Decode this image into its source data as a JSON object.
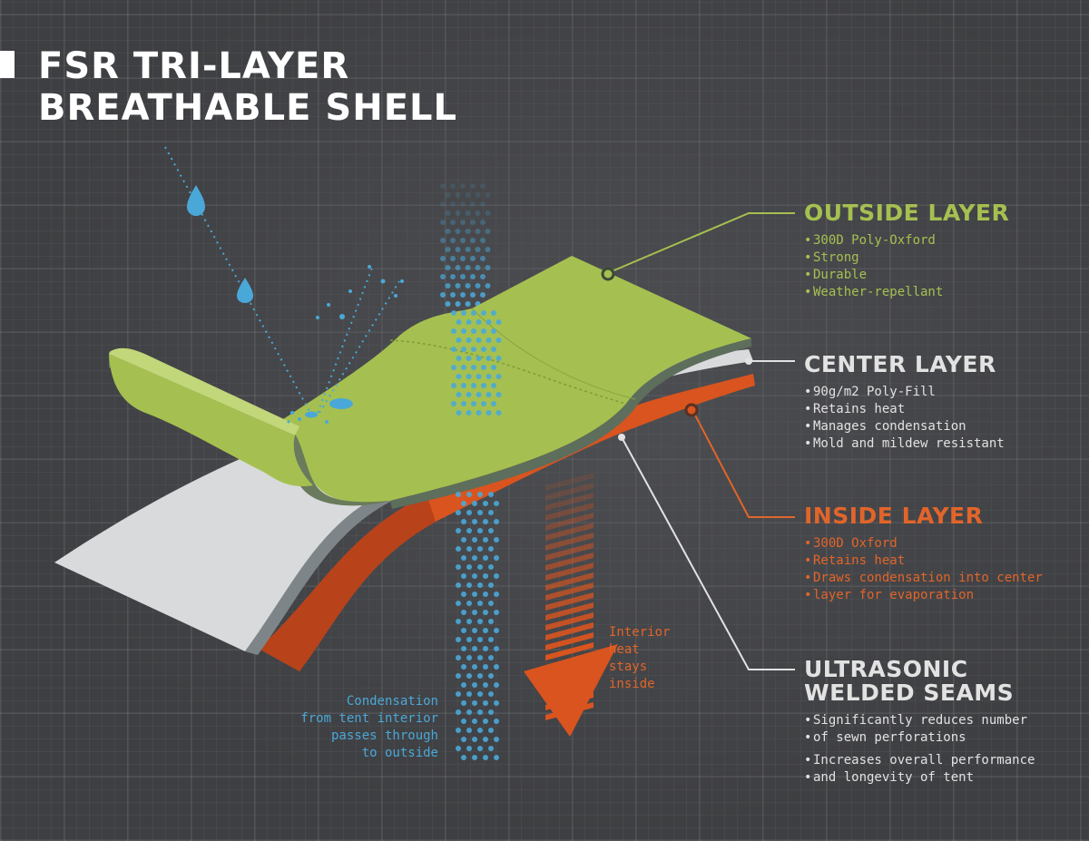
{
  "title": {
    "line1": "FSR TRI-LAYER",
    "line2": "BREATHABLE SHELL"
  },
  "colors": {
    "background": "#3e3f42",
    "outside_layer": "#a5c050",
    "center_layer": "#d9dadb",
    "inside_layer": "#d9541f",
    "water": "#4aa8d8",
    "seam_line": "#e2e2e2"
  },
  "sections": {
    "outside": {
      "title": "OUTSIDE LAYER",
      "items": [
        "300D Poly-Oxford",
        "Strong",
        "Durable",
        "Weather-repellant"
      ]
    },
    "center": {
      "title": "CENTER LAYER",
      "items": [
        "90g/m2 Poly-Fill",
        "Retains heat",
        "Manages condensation",
        "Mold and mildew resistant"
      ]
    },
    "inside": {
      "title": "INSIDE LAYER",
      "items": [
        "300D Oxford",
        "Retains heat",
        "Draws condensation into center",
        "layer for evaporation"
      ]
    },
    "seams": {
      "title_line1": "ULTRASONIC",
      "title_line2": "WELDED SEAMS",
      "items": [
        "Significantly reduces number",
        "of sewn perforations",
        "Increases overall performance",
        "and longevity of tent"
      ]
    }
  },
  "notes": {
    "condensation": [
      "Condensation",
      "from tent interior",
      "passes through",
      "to outside"
    ],
    "heat": [
      "Interior",
      "heat",
      "stays",
      "inside"
    ]
  },
  "icons": [
    "water-drop-icon",
    "splash-icon",
    "vapor-dots-icon",
    "heat-arrow-icon"
  ]
}
